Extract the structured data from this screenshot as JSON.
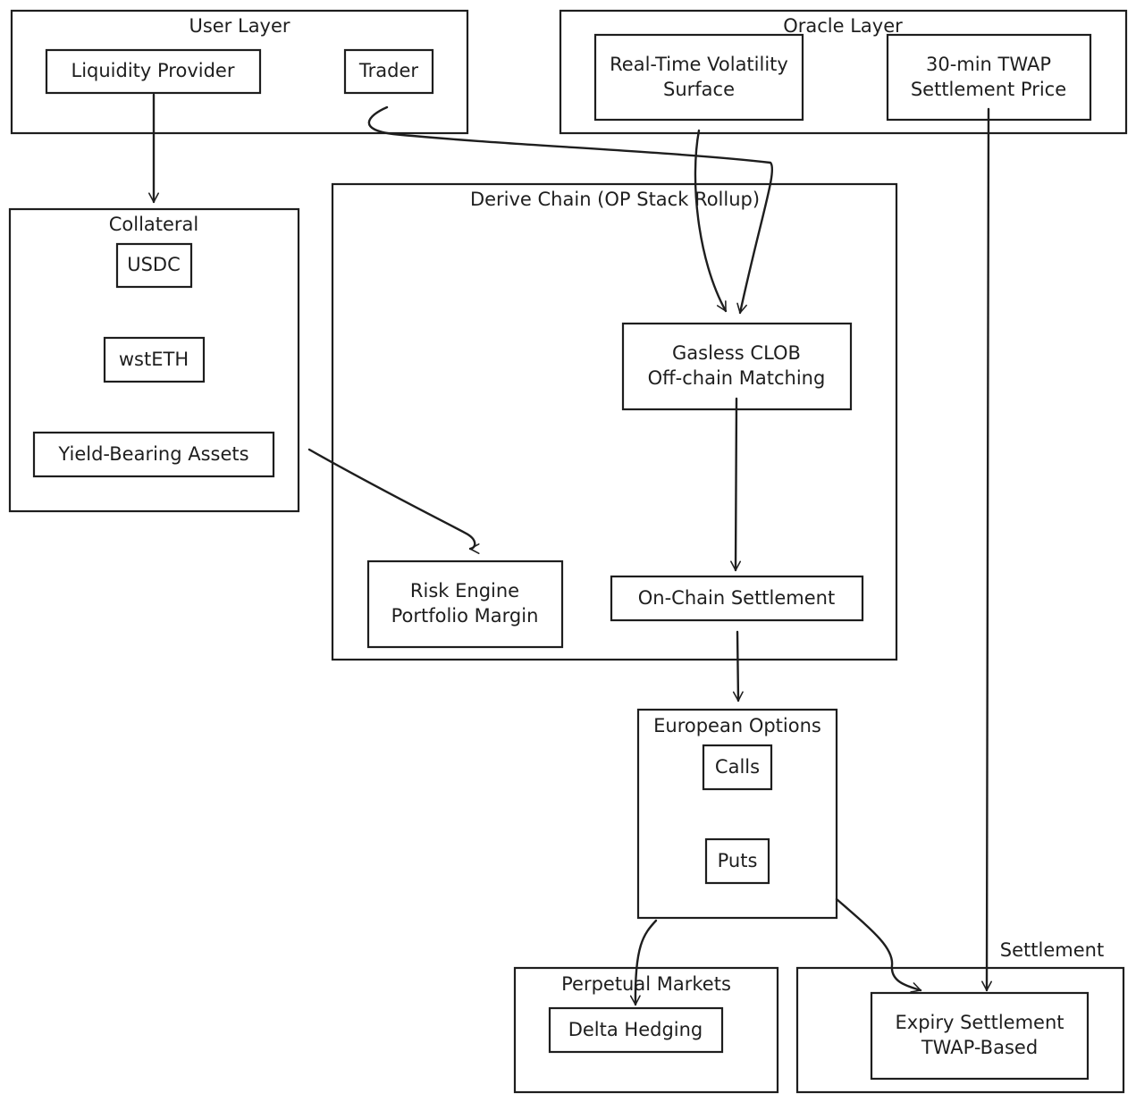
{
  "groups": {
    "user_layer": "User Layer",
    "oracle_layer": "Oracle Layer",
    "collateral": "Collateral",
    "derive_chain": "Derive Chain (OP Stack Rollup)",
    "european_options": "European Options",
    "perpetual_markets": "Perpetual Markets",
    "settlement": "Settlement"
  },
  "nodes": {
    "liquidity_provider": "Liquidity Provider",
    "trader": "Trader",
    "vol_surface": [
      "Real-Time Volatility",
      "Surface"
    ],
    "twap_price": [
      "30-min TWAP",
      "Settlement Price"
    ],
    "usdc": "USDC",
    "wsteth": "wstETH",
    "yield_assets": "Yield-Bearing Assets",
    "clob": [
      "Gasless CLOB",
      "Off-chain Matching"
    ],
    "risk_engine": [
      "Risk Engine",
      "Portfolio Margin"
    ],
    "onchain_settlement": "On-Chain Settlement",
    "calls": "Calls",
    "puts": "Puts",
    "delta_hedging": "Delta Hedging",
    "expiry_settlement": [
      "Expiry Settlement",
      "TWAP-Based"
    ]
  },
  "edges": [
    {
      "from": "liquidity_provider",
      "to": "collateral"
    },
    {
      "from": "trader",
      "to": "clob"
    },
    {
      "from": "vol_surface",
      "to": "clob"
    },
    {
      "from": "twap_price",
      "to": "expiry_settlement"
    },
    {
      "from": "collateral",
      "to": "risk_engine"
    },
    {
      "from": "clob",
      "to": "onchain_settlement"
    },
    {
      "from": "onchain_settlement",
      "to": "european_options"
    },
    {
      "from": "european_options",
      "to": "perpetual_markets"
    },
    {
      "from": "european_options",
      "to": "expiry_settlement"
    }
  ]
}
